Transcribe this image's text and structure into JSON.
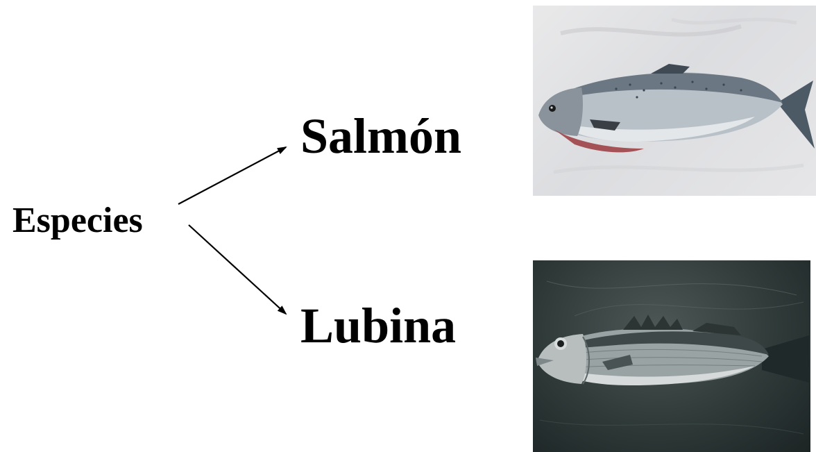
{
  "diagram": {
    "root": {
      "label": "Especies"
    },
    "branches": [
      {
        "label": "Salmón",
        "image_subject": "salmon-fish-photo"
      },
      {
        "label": "Lubina",
        "image_subject": "sea-bass-fish-photo"
      }
    ],
    "colors": {
      "text": "#000000",
      "arrow": "#000000",
      "background": "#ffffff"
    }
  }
}
